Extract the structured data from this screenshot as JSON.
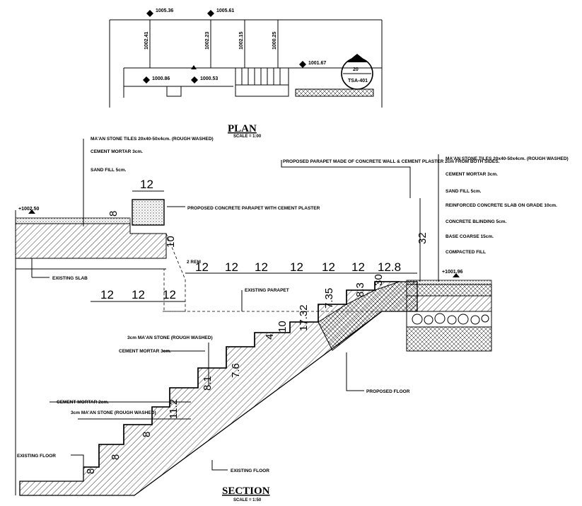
{
  "plan": {
    "title": "PLAN",
    "scale": "SCALE = 1:00",
    "levels": [
      "1005.36",
      "1005.61",
      "1000.86",
      "1000.53",
      "1001.67"
    ],
    "vertical_levels": [
      "1002.41",
      "1002.23",
      "1002.15",
      "1000.25"
    ],
    "section_marker": {
      "number": "20",
      "sheet": "TSA-401"
    }
  },
  "section": {
    "title": "SECTION",
    "scale": "SCALE = 1:50",
    "left_level": "+1002.50",
    "right_level": "+1001.96",
    "left_notes": [
      "MA'AN STONE TILES 20x40-50x4cm. (ROUGH WASHED)",
      "CEMENT MORTAR 3cm.",
      "SAND FILL 5cm."
    ],
    "parapet_note": "PROPOSED CONCRETE PARAPET WITH CEMENT PLASTER",
    "wall_note": "PROPOSED PARAPET MADE OF CONCRETE WALL & CEMENT PLASTER 2cm FROM BOTH SIDES.",
    "right_notes": [
      "MA'AN STONE TILES 20x40-50x4cm. (ROUGH WASHED)",
      "CEMENT MORTAR 3cm.",
      "SAND FILL 5cm.",
      "REINFORCED CONCRETE SLAB ON GRADE 10cm.",
      "CONCRETE BLINDING 5cm.",
      "BASE COARSE 15cm.",
      "COMPACTED FILL"
    ],
    "existing_slab": "EXISTING SLAB",
    "existing_parapet": "EXISTING PARAPET",
    "proposed_floor": "PROPOSED FLOOR",
    "existing_floor_left": "EXISTING FLOOR",
    "existing_floor_bottom": "EXISTING FLOOR",
    "stair_notes": [
      "3cm MA'AN STONE (ROUGH WASHED)",
      "CEMENT MORTAR 3cm.",
      "CEMENT MORTAR 2cm.",
      "3cm MA'AN STONE (ROUGH WASHED)"
    ],
    "small_note": "2 REM",
    "top_dims": [
      "12",
      "12",
      "12",
      "12",
      "12",
      "12",
      "12.8"
    ],
    "lower_dims": [
      "12",
      "12",
      "12"
    ],
    "parapet_width": "12",
    "parapet_height": "8",
    "parapet_side": "10",
    "right_height": "32",
    "riser_dims": [
      "8",
      "8",
      "11.2",
      "8",
      "7.6",
      "8.1",
      "4",
      "10",
      "17.32",
      "7.35",
      "8.3",
      "30"
    ]
  }
}
